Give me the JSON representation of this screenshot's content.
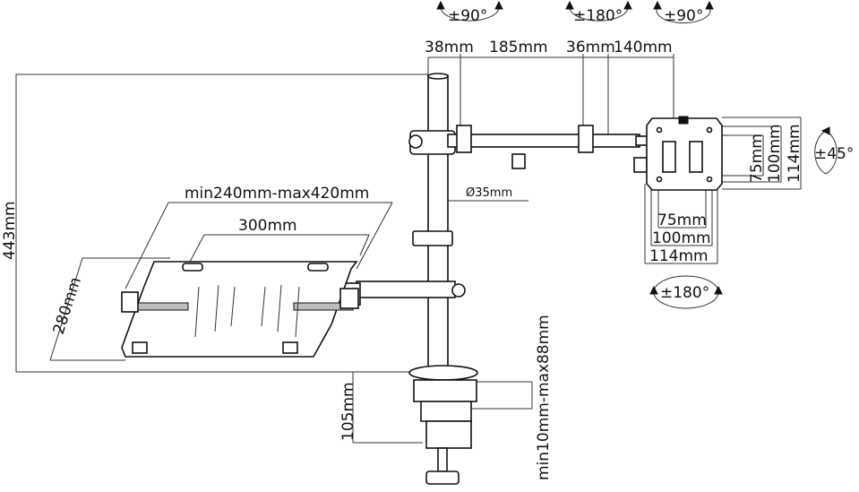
{
  "rotation": {
    "top_left": "±90°",
    "top_mid": "±180°",
    "top_right": "±90°",
    "tilt": "±45°",
    "bottom": "±180°"
  },
  "arm_dims": {
    "d1": "38mm",
    "d2": "185mm",
    "d3": "36mm",
    "d4": "140mm"
  },
  "vesa_vertical": {
    "v75": "75mm",
    "v100": "100mm",
    "v114": "114mm"
  },
  "vesa_horizontal": {
    "h75": "75mm",
    "h100": "100mm",
    "h114": "114mm"
  },
  "pole_diameter": "Ø35mm",
  "height": "443mm",
  "tray": {
    "width_range": "min240mm-max420mm",
    "width": "300mm",
    "depth": "280mm"
  },
  "clamp": {
    "height": "105mm",
    "thickness": "min10mm-max88mm"
  }
}
